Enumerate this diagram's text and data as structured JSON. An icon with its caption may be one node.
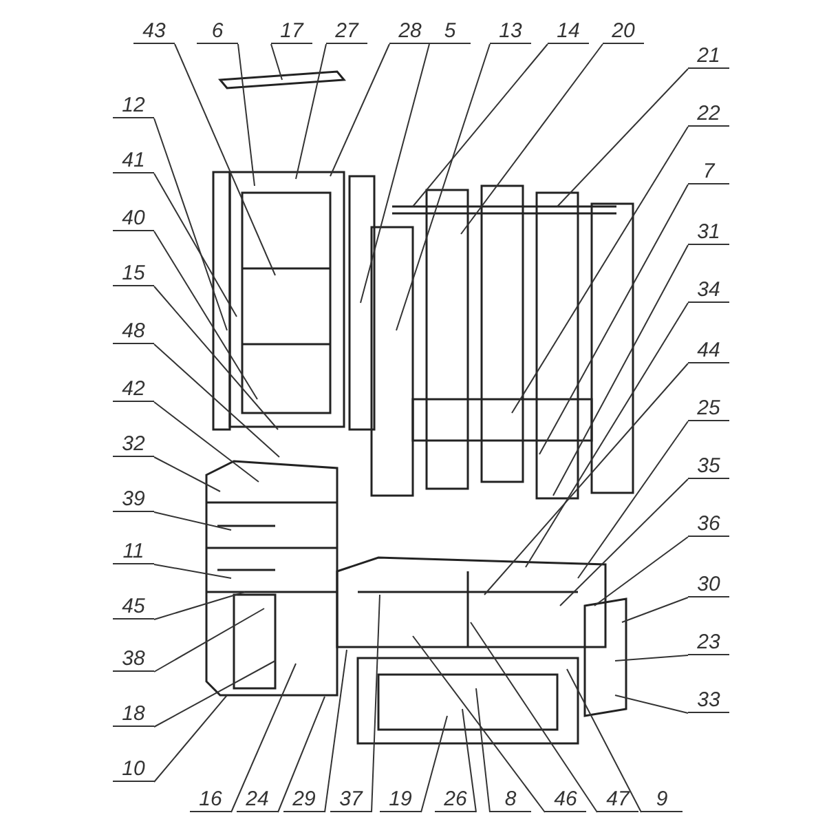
{
  "diagram": {
    "nodes": [
      {
        "text": [
          "43"
        ]
      },
      {
        "text": [
          "6"
        ]
      },
      {
        "text": [
          "17"
        ]
      },
      {
        "text": [
          "27"
        ]
      },
      {
        "text": [
          "28"
        ]
      },
      {
        "text": [
          "5"
        ]
      },
      {
        "text": [
          "13"
        ]
      },
      {
        "text": [
          "14"
        ]
      },
      {
        "text": [
          "20"
        ]
      },
      {
        "text": [
          "12"
        ]
      },
      {
        "text": [
          "41"
        ]
      },
      {
        "text": [
          "40"
        ]
      },
      {
        "text": [
          "15"
        ]
      },
      {
        "text": [
          "48"
        ]
      },
      {
        "text": [
          "42"
        ]
      },
      {
        "text": [
          "32"
        ]
      },
      {
        "text": [
          "39"
        ]
      },
      {
        "text": [
          "11"
        ]
      },
      {
        "text": [
          "45"
        ]
      },
      {
        "text": [
          "38"
        ]
      },
      {
        "text": [
          "18"
        ]
      },
      {
        "text": [
          "10"
        ]
      },
      {
        "text": [
          "21"
        ]
      },
      {
        "text": [
          "22"
        ]
      },
      {
        "text": [
          "7"
        ]
      },
      {
        "text": [
          "31"
        ]
      },
      {
        "text": [
          "34"
        ]
      },
      {
        "text": [
          "44"
        ]
      },
      {
        "text": [
          "25"
        ]
      },
      {
        "text": [
          "35"
        ]
      },
      {
        "text": [
          "36"
        ]
      },
      {
        "text": [
          "30"
        ]
      },
      {
        "text": [
          "23"
        ]
      },
      {
        "text": [
          "33"
        ]
      },
      {
        "text": [
          "16"
        ]
      },
      {
        "text": [
          "24"
        ]
      },
      {
        "text": [
          "29"
        ]
      },
      {
        "text": [
          "37"
        ]
      },
      {
        "text": [
          "19"
        ]
      },
      {
        "text": [
          "26"
        ]
      },
      {
        "text": [
          "8"
        ]
      },
      {
        "text": [
          "46"
        ]
      },
      {
        "text": [
          "47"
        ]
      },
      {
        "text": [
          "9"
        ]
      }
    ],
    "edges": [
      {
        "from": 0,
        "to": null,
        "arrow": "none"
      },
      {
        "from": 1,
        "to": null,
        "arrow": "none"
      },
      {
        "from": 2,
        "to": null,
        "arrow": "none"
      },
      {
        "from": 3,
        "to": null,
        "arrow": "none"
      },
      {
        "from": 4,
        "to": null,
        "arrow": "none"
      },
      {
        "from": 5,
        "to": null,
        "arrow": "none"
      },
      {
        "from": 6,
        "to": null,
        "arrow": "none"
      },
      {
        "from": 7,
        "to": null,
        "arrow": "none"
      },
      {
        "from": 8,
        "to": null,
        "arrow": "none"
      },
      {
        "from": 9,
        "to": null,
        "arrow": "none"
      },
      {
        "from": 10,
        "to": null,
        "arrow": "none"
      },
      {
        "from": 11,
        "to": null,
        "arrow": "none"
      },
      {
        "from": 12,
        "to": null,
        "arrow": "none"
      },
      {
        "from": 13,
        "to": null,
        "arrow": "none"
      },
      {
        "from": 14,
        "to": null,
        "arrow": "none"
      },
      {
        "from": 15,
        "to": null,
        "arrow": "none"
      },
      {
        "from": 16,
        "to": null,
        "arrow": "none"
      },
      {
        "from": 17,
        "to": null,
        "arrow": "none"
      },
      {
        "from": 18,
        "to": null,
        "arrow": "none"
      },
      {
        "from": 19,
        "to": null,
        "arrow": "none"
      },
      {
        "from": 20,
        "to": null,
        "arrow": "none"
      },
      {
        "from": 21,
        "to": null,
        "arrow": "none"
      },
      {
        "from": 22,
        "to": null,
        "arrow": "none"
      },
      {
        "from": 23,
        "to": null,
        "arrow": "none"
      },
      {
        "from": 24,
        "to": null,
        "arrow": "none"
      },
      {
        "from": 25,
        "to": null,
        "arrow": "none"
      },
      {
        "from": 26,
        "to": null,
        "arrow": "none"
      },
      {
        "from": 27,
        "to": null,
        "arrow": "none"
      },
      {
        "from": 28,
        "to": null,
        "arrow": "none"
      },
      {
        "from": 29,
        "to": null,
        "arrow": "none"
      },
      {
        "from": 30,
        "to": null,
        "arrow": "none"
      },
      {
        "from": 31,
        "to": null,
        "arrow": "none"
      },
      {
        "from": 32,
        "to": null,
        "arrow": "none"
      },
      {
        "from": 33,
        "to": null,
        "arrow": "none"
      },
      {
        "from": 34,
        "to": null,
        "arrow": "none"
      },
      {
        "from": 35,
        "to": null,
        "arrow": "none"
      },
      {
        "from": 36,
        "to": null,
        "arrow": "none"
      },
      {
        "from": 37,
        "to": null,
        "arrow": "none"
      },
      {
        "from": 38,
        "to": null,
        "arrow": "none"
      },
      {
        "from": 39,
        "to": null,
        "arrow": "none"
      },
      {
        "from": 40,
        "to": null,
        "arrow": "none"
      },
      {
        "from": 41,
        "to": null,
        "arrow": "none"
      },
      {
        "from": 42,
        "to": null,
        "arrow": "none"
      },
      {
        "from": 43,
        "to": null,
        "arrow": "none"
      }
    ]
  }
}
